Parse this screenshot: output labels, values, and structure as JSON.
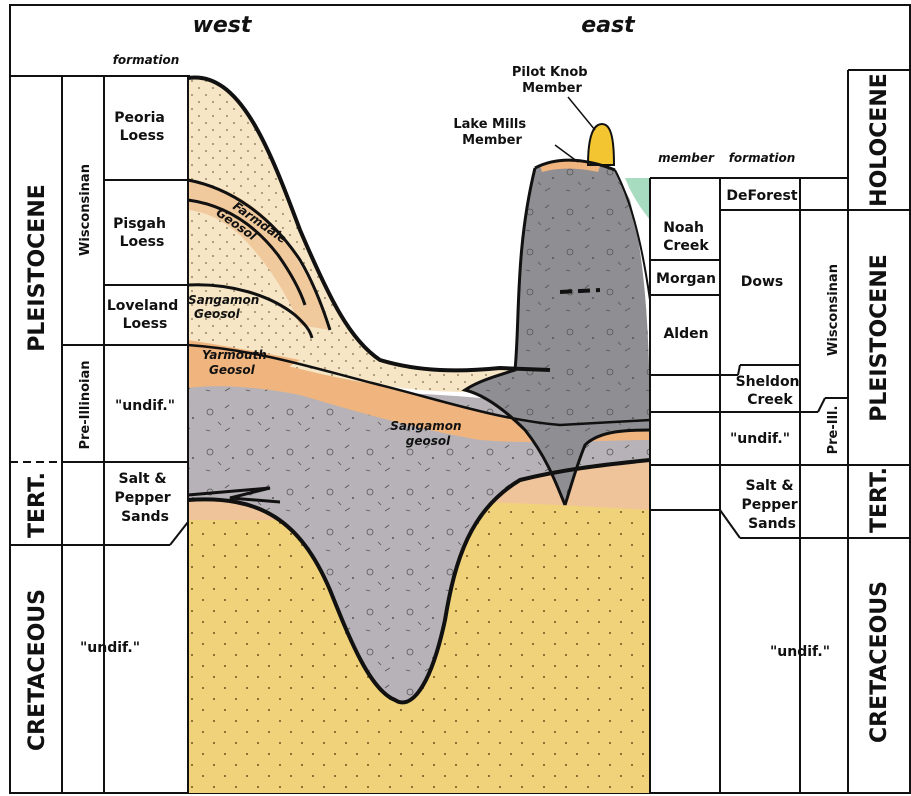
{
  "header": {
    "west": "west",
    "east": "east"
  },
  "left_columns": {
    "formation_header": "formation",
    "era_pleistocene": "PLEISTOCENE",
    "era_tertiary": "TERT.",
    "era_cretaceous": "CRETACEOUS",
    "stage_wisconsinan": "Wisconsinan",
    "stage_pre_illinoian": "Pre-Illinoian",
    "formations": {
      "peoria_line1": "Peoria",
      "peoria_line2": "Loess",
      "pisgah_line1": "Pisgah",
      "pisgah_line2": "Loess",
      "loveland_line1": "Loveland",
      "loveland_line2": "Loess",
      "undif": "\"undif.\"",
      "salt_line1": "Salt &",
      "salt_line2": "Pepper",
      "salt_line3": "Sands",
      "cret_undif": "\"undif.\""
    }
  },
  "cross_section": {
    "farmdale_line1": "Farmdale",
    "farmdale_line2": "Geosol",
    "sangamon_upper_line1": "Sangamon",
    "sangamon_upper_line2": "Geosol",
    "yarmouth_line1": "Yarmouth",
    "yarmouth_line2": "Geosol",
    "sangamon_lower_line1": "Sangamon",
    "sangamon_lower_line2": "geosol",
    "pilot_knob_line1": "Pilot Knob",
    "pilot_knob_line2": "Member",
    "lake_mills_line1": "Lake Mills",
    "lake_mills_line2": "Member"
  },
  "right_columns": {
    "member_header": "member",
    "formation_header": "formation",
    "era_holocene": "HOLOCENE",
    "era_pleistocene": "PLEISTOCENE",
    "era_tertiary": "TERT.",
    "era_cretaceous": "CRETACEOUS",
    "stage_wisconsinan": "Wisconsinan",
    "stage_pre_ill": "Pre-Ill.",
    "members": {
      "noah_line1": "Noah",
      "noah_line2": "Creek",
      "morgan": "Morgan",
      "alden": "Alden"
    },
    "formations": {
      "deforest": "DeForest",
      "dows": "Dows",
      "sheldon_line1": "Sheldon",
      "sheldon_line2": "Creek",
      "undif": "\"undif.\"",
      "salt_line1": "Salt &",
      "salt_line2": "Pepper",
      "salt_line3": "Sands",
      "cret_undif": "\"undif.\""
    }
  },
  "colors": {
    "loess": "#f6e6c6",
    "geosol": "#f0b47e",
    "till_gray": "#b8b4b8",
    "till_dark": "#8f8f93",
    "sand": "#f0d27a",
    "pilot_knob": "#f2c531",
    "deforest": "#a8dcc0"
  }
}
